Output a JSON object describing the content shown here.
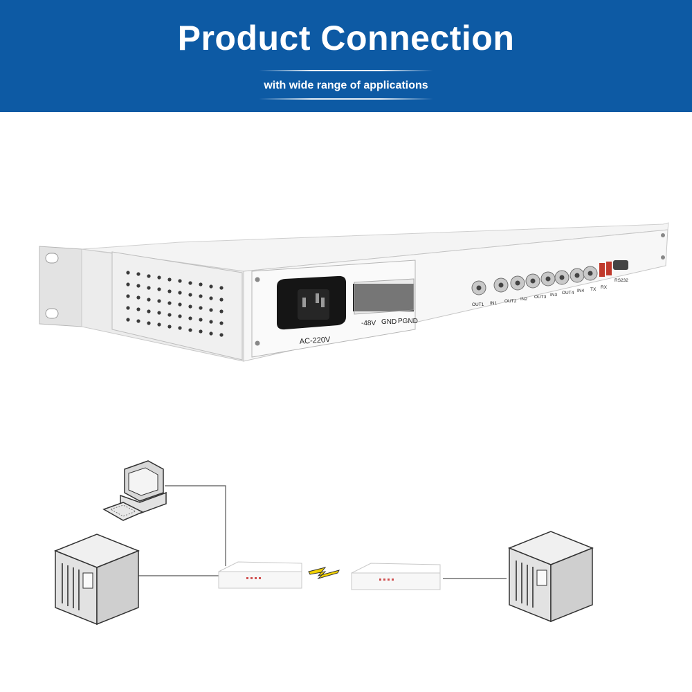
{
  "header": {
    "title": "Product Connection",
    "subtitle": "with wide range of applications",
    "background_color": "#0d5aa4"
  },
  "device": {
    "power_label": "AC-220V",
    "dc_labels": [
      "-48V",
      "GND",
      "PGND"
    ],
    "port_labels": [
      "OUT1",
      "IN1",
      "OUT2",
      "IN2",
      "OUT3",
      "IN3",
      "OUT4",
      "IN4",
      "TX",
      "RX"
    ],
    "serial_label": "RS232"
  },
  "diagram": {
    "icons": [
      "computer-icon",
      "server-icon",
      "transceiver-icon",
      "fiber-link-icon",
      "transceiver-icon",
      "server-icon"
    ]
  }
}
